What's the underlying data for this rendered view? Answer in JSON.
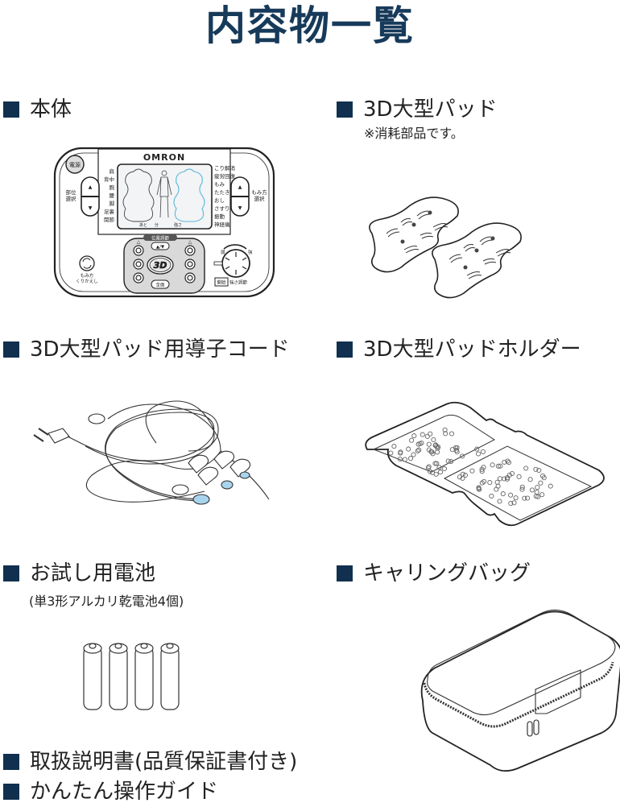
{
  "page": {
    "title": "内容物一覧"
  },
  "items": [
    {
      "label": "本体"
    },
    {
      "label": "3D大型パッド",
      "note": "※消耗部品です。"
    },
    {
      "label": "3D大型パッド用導子コード"
    },
    {
      "label": "3D大型パッドホルダー"
    },
    {
      "label": "お試し用電池",
      "note": "(単3形アルカリ乾電池4個)"
    },
    {
      "label": "キャリングバッグ"
    },
    {
      "label": "取扱説明書(品質保証書付き)"
    },
    {
      "label": "かんたん操作ガイド"
    }
  ],
  "device": {
    "brand": "OMRON",
    "power_label": "電源",
    "part_select_label": [
      "部位",
      "選択"
    ],
    "mode_select_label": [
      "もみ方",
      "選択"
    ],
    "body_parts": [
      "肩",
      "背中",
      "腕",
      "腰",
      "脚",
      "足裏",
      "関節"
    ],
    "modes": [
      "こり解消",
      "疲労回復",
      "もみ",
      "たたき",
      "おし",
      "さすり",
      "振動",
      "神経痛"
    ],
    "screen_bottom": [
      "あと",
      "分",
      "強さ"
    ],
    "position_adjust_label": "位置調節",
    "updown_label": "▲/▼",
    "center_label": "3D",
    "all_label": "全面",
    "repeat_label": [
      "もみ方",
      "くりかえし"
    ],
    "dial_low": "弱",
    "dial_high": "強",
    "start_label": "開始",
    "strength_label": "強さ調節"
  },
  "colors": {
    "title": "#173a5a",
    "bullet": "#11304f",
    "accent_blue": "#a9d4ee"
  }
}
